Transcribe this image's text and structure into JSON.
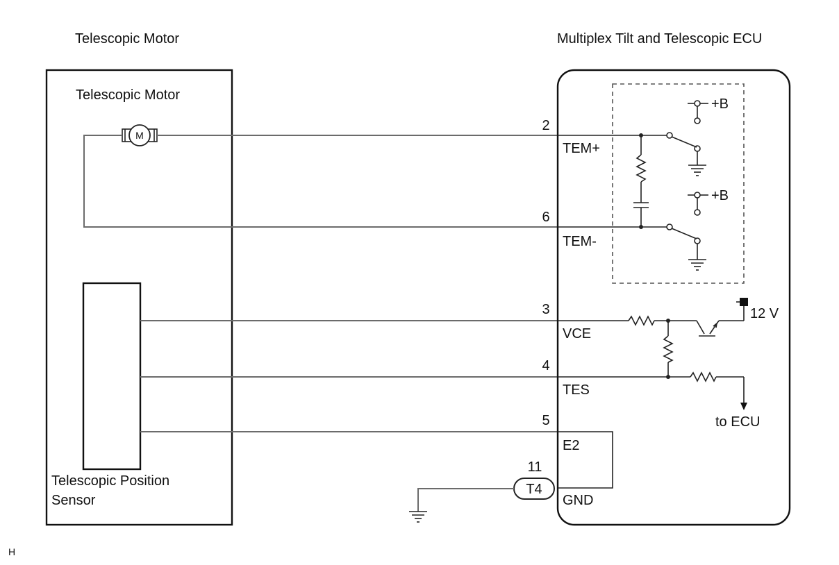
{
  "headers": {
    "left_component": "Telescopic Motor",
    "right_component": "Multiplex Tilt and Telescopic ECU"
  },
  "motor_box": {
    "motor_label": "Telescopic Motor",
    "motor_symbol": "M",
    "sensor_label_line1": "Telescopic Position",
    "sensor_label_line2": "Sensor"
  },
  "pins": [
    {
      "number": "2",
      "name": "TEM+"
    },
    {
      "number": "6",
      "name": "TEM-"
    },
    {
      "number": "3",
      "name": "VCE"
    },
    {
      "number": "4",
      "name": "TES"
    },
    {
      "number": "5",
      "name": "E2"
    },
    {
      "number": "11",
      "name": "GND"
    }
  ],
  "ecu": {
    "plus_b_1": "+B",
    "plus_b_2": "+B",
    "voltage": "12 V",
    "to_ecu": "to ECU"
  },
  "ground_point": "T4",
  "footer_code": "H"
}
